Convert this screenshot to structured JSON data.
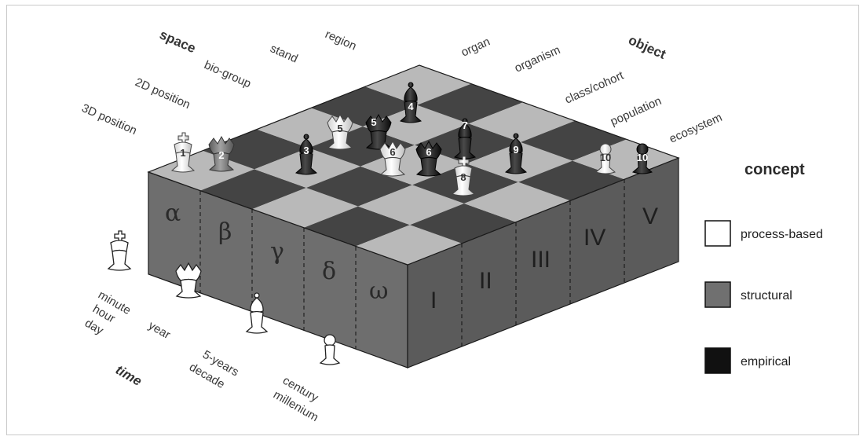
{
  "space_axis": {
    "title": "space",
    "levels": [
      "3D position",
      "2D position",
      "bio-group",
      "stand",
      "region"
    ]
  },
  "object_axis": {
    "title": "object",
    "levels": [
      "organ",
      "organism",
      "class/cohort",
      "population",
      "ecosystem"
    ]
  },
  "time_axis": {
    "title": "time",
    "levels": [
      [
        "minute",
        "hour",
        "day"
      ],
      [
        "year"
      ],
      [
        "5-years",
        "decade"
      ],
      [
        "century",
        "millenium"
      ]
    ]
  },
  "left_side_labels": [
    "α",
    "β",
    "γ",
    "δ",
    "ω"
  ],
  "right_side_labels": [
    "I",
    "II",
    "III",
    "IV",
    "V"
  ],
  "pieces": [
    {
      "num": "1",
      "piece": "king",
      "concept": "process-based"
    },
    {
      "num": "2",
      "piece": "queen",
      "concept": "structural"
    },
    {
      "num": "3",
      "piece": "bishop",
      "concept": "empirical"
    },
    {
      "num": "4",
      "piece": "bishop",
      "concept": "empirical"
    },
    {
      "num": "5",
      "piece": "queen",
      "concept": "process-based"
    },
    {
      "num": "5",
      "piece": "queen",
      "concept": "empirical"
    },
    {
      "num": "6",
      "piece": "queen",
      "concept": "process-based"
    },
    {
      "num": "6",
      "piece": "queen",
      "concept": "empirical"
    },
    {
      "num": "7",
      "piece": "bishop",
      "concept": "empirical"
    },
    {
      "num": "8",
      "piece": "king",
      "concept": "process-based"
    },
    {
      "num": "9",
      "piece": "bishop",
      "concept": "empirical"
    },
    {
      "num": "10",
      "piece": "pawn",
      "concept": "process-based"
    },
    {
      "num": "10",
      "piece": "pawn",
      "concept": "empirical"
    }
  ],
  "legend": {
    "title": "concept",
    "items": [
      {
        "label": "process-based",
        "color": "#ffffff"
      },
      {
        "label": "structural",
        "color": "#707070"
      },
      {
        "label": "empirical",
        "color": "#111111"
      }
    ]
  },
  "colors": {
    "board_light": "#b9b9b9",
    "board_dark": "#444444",
    "side_left": "#6e6e6e",
    "side_right": "#5a5a5a",
    "piece_white": "#f2f2f2",
    "piece_gray": "#7b7b7b",
    "piece_black": "#1b1b1b"
  }
}
